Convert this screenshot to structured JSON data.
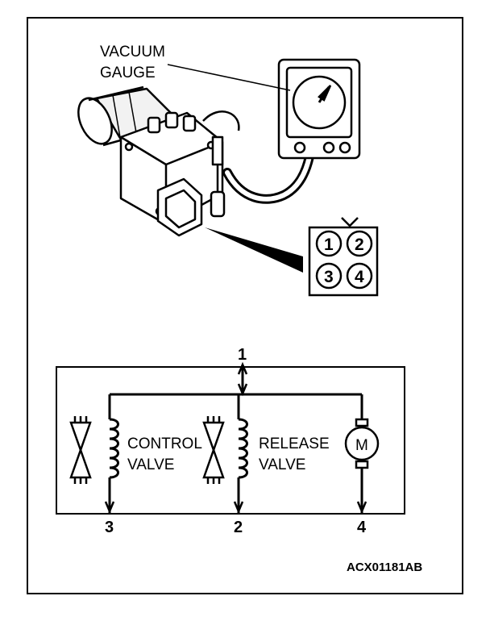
{
  "illustration": {
    "gauge_label_line1": "VACUUM",
    "gauge_label_line2": "GAUGE",
    "connector_pins": [
      "1",
      "2",
      "3",
      "4"
    ]
  },
  "schematic": {
    "terminal_top": "1",
    "terminal_left": "3",
    "terminal_middle": "2",
    "terminal_right": "4",
    "control_valve_line1": "CONTROL",
    "control_valve_line2": "VALVE",
    "release_valve_line1": "RELEASE",
    "release_valve_line2": "VALVE",
    "motor_symbol": "M"
  },
  "figure_code": "ACX01181AB"
}
